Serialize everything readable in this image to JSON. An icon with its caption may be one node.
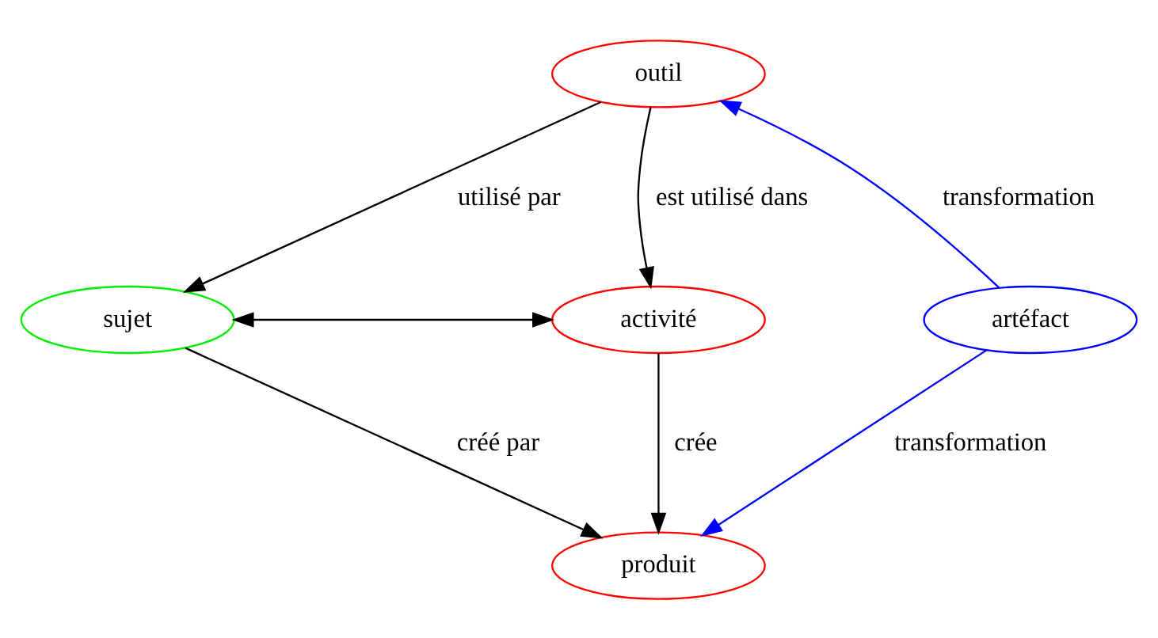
{
  "diagram": {
    "nodes": [
      {
        "text": [
          "outil"
        ]
      },
      {
        "text": [
          "sujet"
        ]
      },
      {
        "text": [
          "activité"
        ]
      },
      {
        "text": [
          "artéfact"
        ]
      },
      {
        "text": [
          "produit"
        ]
      }
    ],
    "edges": [
      {
        "from": 0,
        "to": 1,
        "arrow": "to",
        "label": "utilisé par"
      },
      {
        "from": 0,
        "to": 2,
        "arrow": "to",
        "label": "est utilisé dans"
      },
      {
        "from": 1,
        "to": 2,
        "arrow": "both"
      },
      {
        "from": 3,
        "to": 0,
        "arrow": "to",
        "label": "transformation",
        "color": "#0000ff"
      },
      {
        "from": 2,
        "to": 4,
        "arrow": "to",
        "label": "crée"
      },
      {
        "from": 1,
        "to": 4,
        "arrow": "to",
        "label": "créé par"
      },
      {
        "from": 3,
        "to": 4,
        "arrow": "to",
        "label": "transformation",
        "color": "#0000ff"
      }
    ]
  }
}
